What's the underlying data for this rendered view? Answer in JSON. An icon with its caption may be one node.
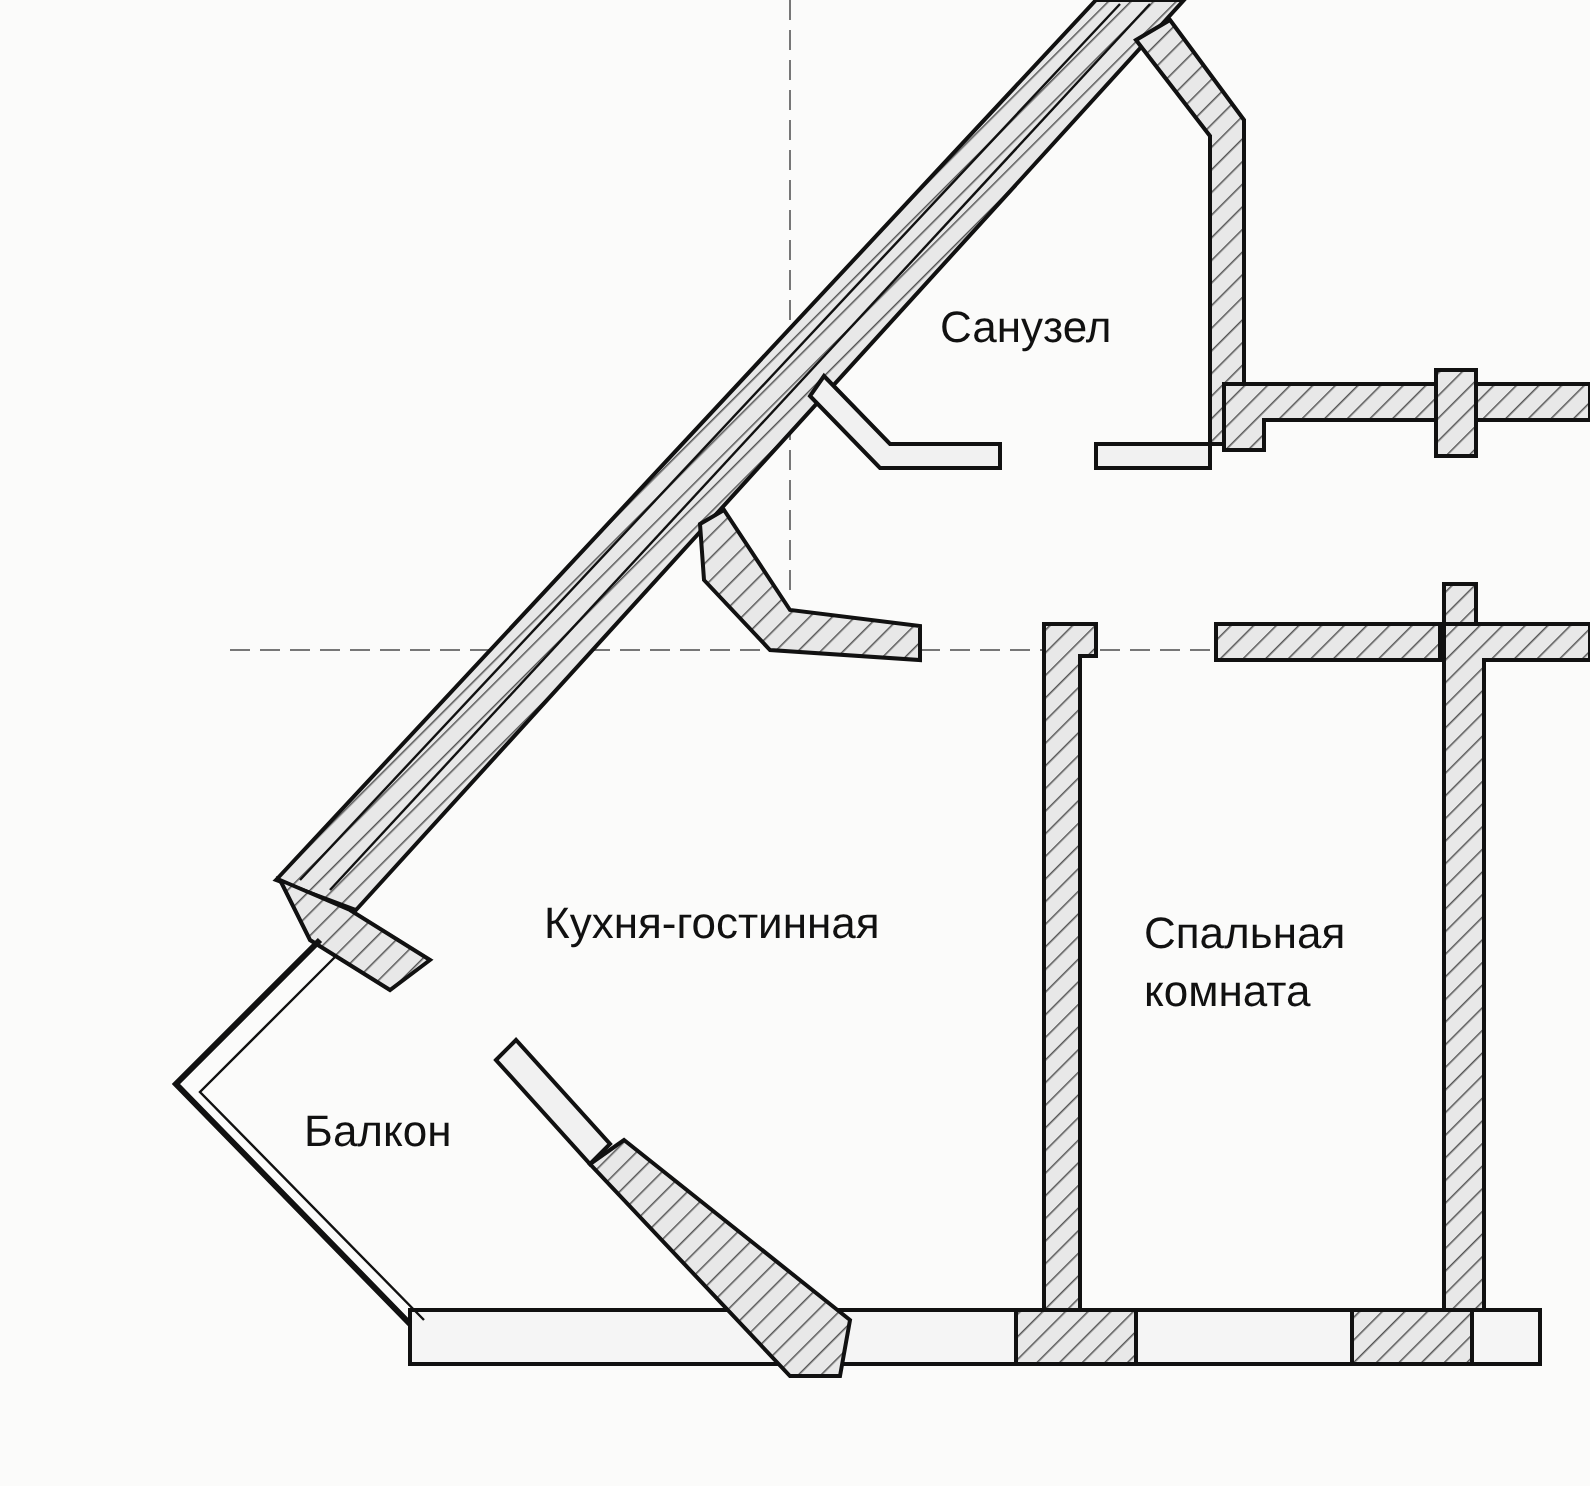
{
  "diagram": {
    "labels": [
      "Санузел",
      "Кухня-гостинная",
      "Спальная комната",
      "Балкон"
    ]
  }
}
